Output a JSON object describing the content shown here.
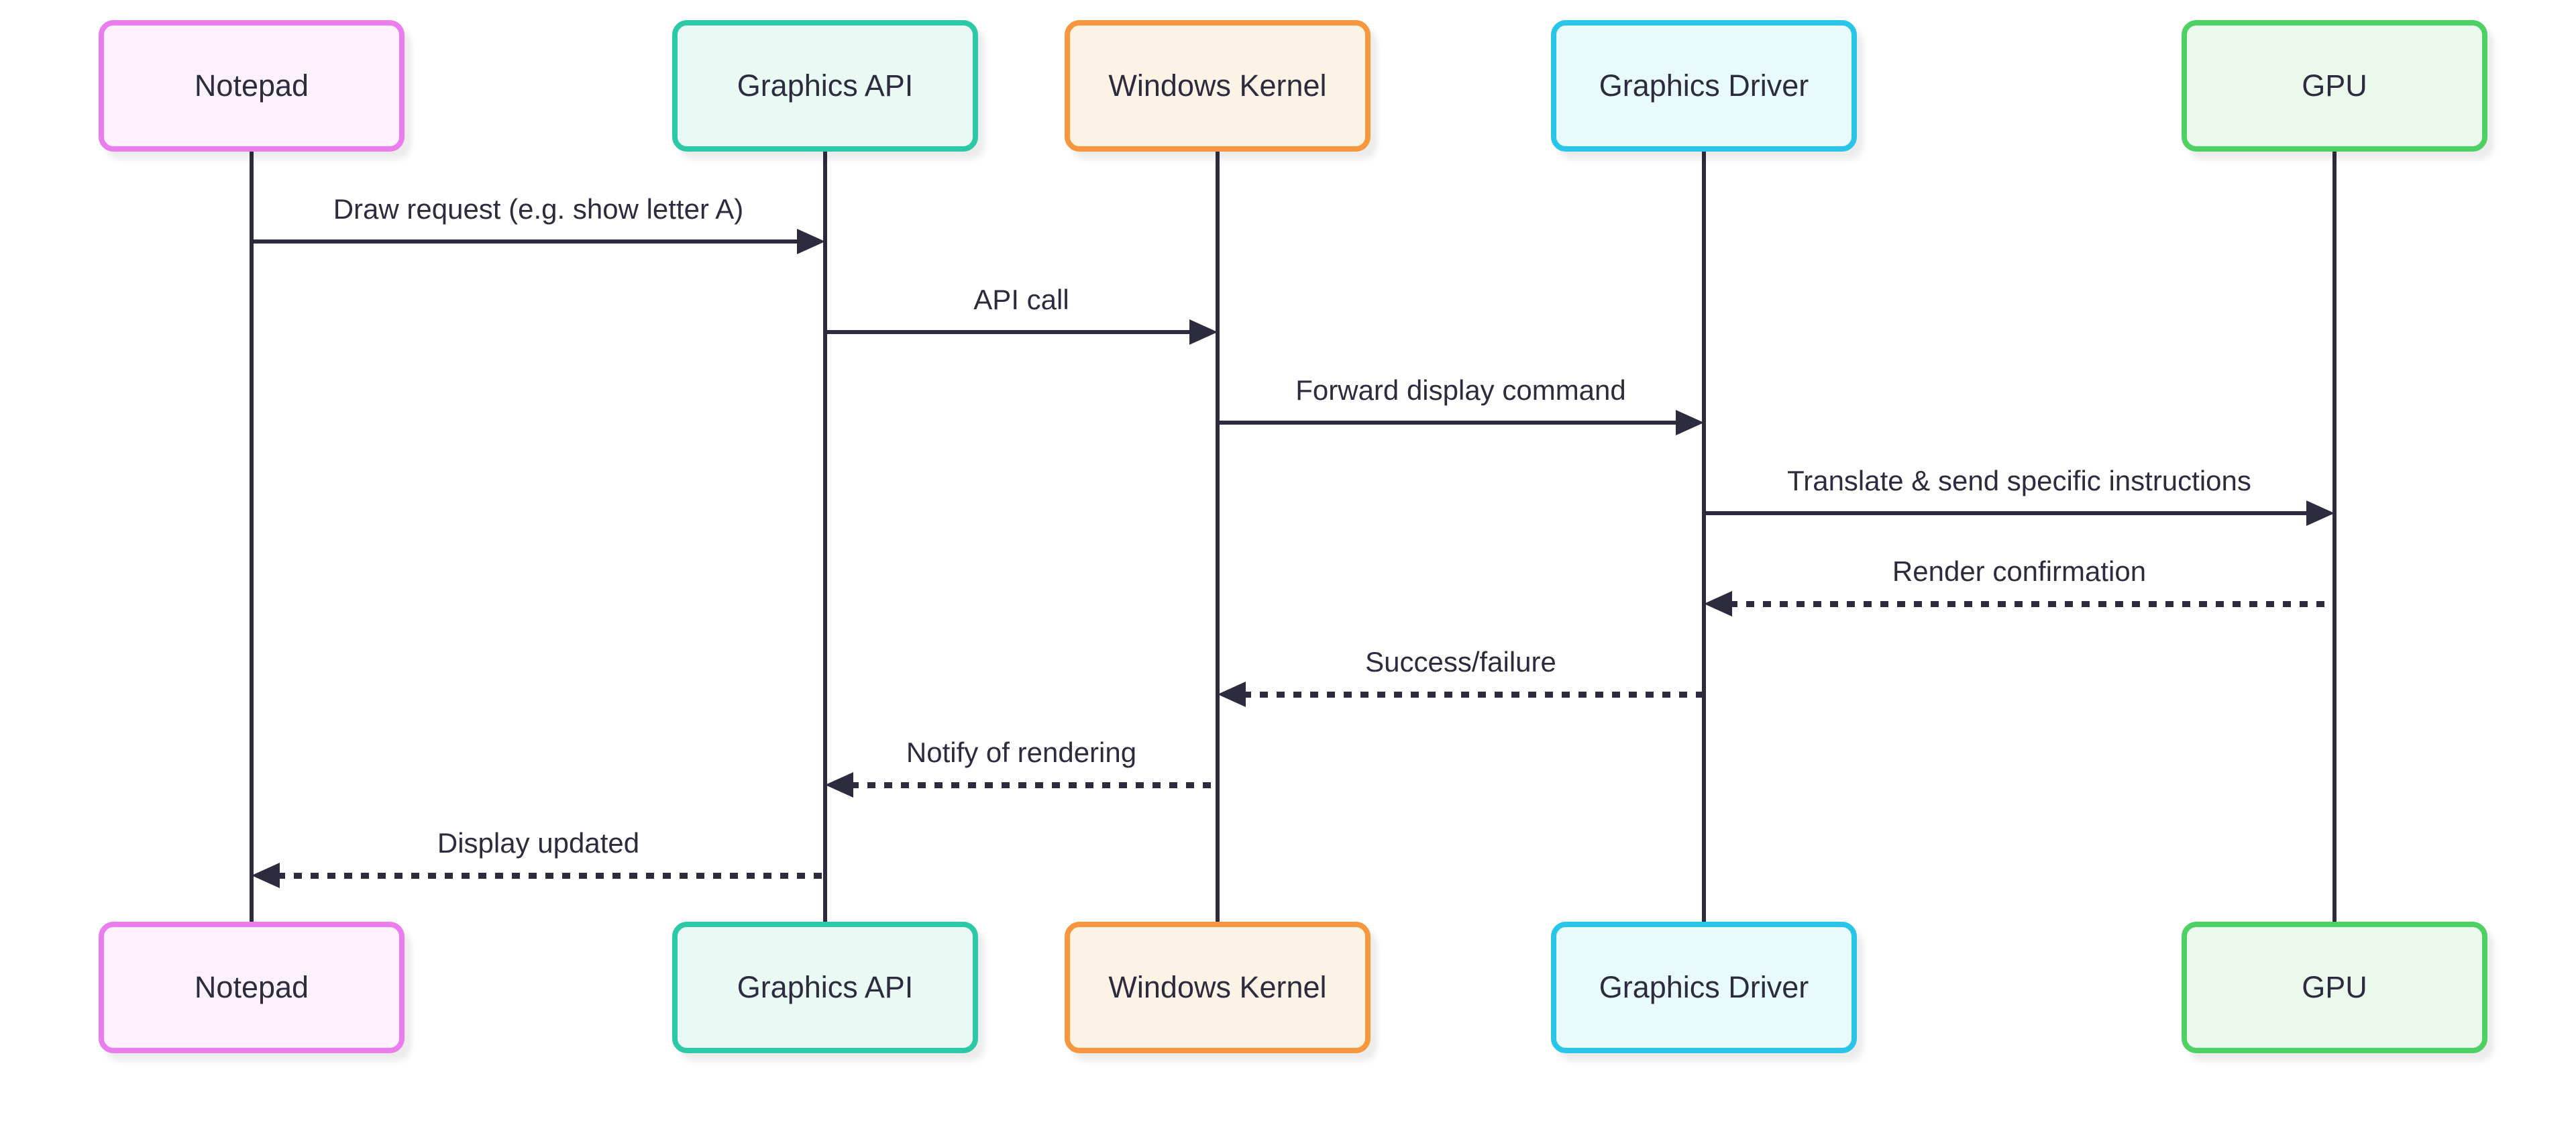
{
  "diagram": {
    "type": "sequence-diagram",
    "background_color": "#ffffff",
    "line_color": "#2d2b3e",
    "text_color": "#2d2b3e",
    "actors": [
      {
        "name": "Notepad",
        "border_color": "#e97ded",
        "fill_color": "#fcf1fd"
      },
      {
        "name": "Graphics API",
        "border_color": "#2dc8a8",
        "fill_color": "#e9faf5"
      },
      {
        "name": "Windows Kernel",
        "border_color": "#f7973d",
        "fill_color": "#fdf2e6"
      },
      {
        "name": "Graphics Driver",
        "border_color": "#29c5e8",
        "fill_color": "#e9fafd"
      },
      {
        "name": "GPU",
        "border_color": "#4dd162",
        "fill_color": "#ebf8ed"
      }
    ],
    "messages": [
      {
        "label": "Draw request (e.g. show letter A)",
        "from": "Notepad",
        "to": "Graphics API",
        "line": "solid",
        "direction": "right"
      },
      {
        "label": "API call",
        "from": "Graphics API",
        "to": "Windows Kernel",
        "line": "solid",
        "direction": "right"
      },
      {
        "label": "Forward display command",
        "from": "Windows Kernel",
        "to": "Graphics Driver",
        "line": "solid",
        "direction": "right"
      },
      {
        "label": "Translate & send specific instructions",
        "from": "Graphics Driver",
        "to": "GPU",
        "line": "solid",
        "direction": "right"
      },
      {
        "label": "Render confirmation",
        "from": "GPU",
        "to": "Graphics Driver",
        "line": "dotted",
        "direction": "left"
      },
      {
        "label": "Success/failure",
        "from": "Graphics Driver",
        "to": "Windows Kernel",
        "line": "dotted",
        "direction": "left"
      },
      {
        "label": "Notify of rendering",
        "from": "Windows Kernel",
        "to": "Graphics API",
        "line": "dotted",
        "direction": "left"
      },
      {
        "label": "Display updated",
        "from": "Graphics API",
        "to": "Notepad",
        "line": "dotted",
        "direction": "left"
      }
    ]
  }
}
